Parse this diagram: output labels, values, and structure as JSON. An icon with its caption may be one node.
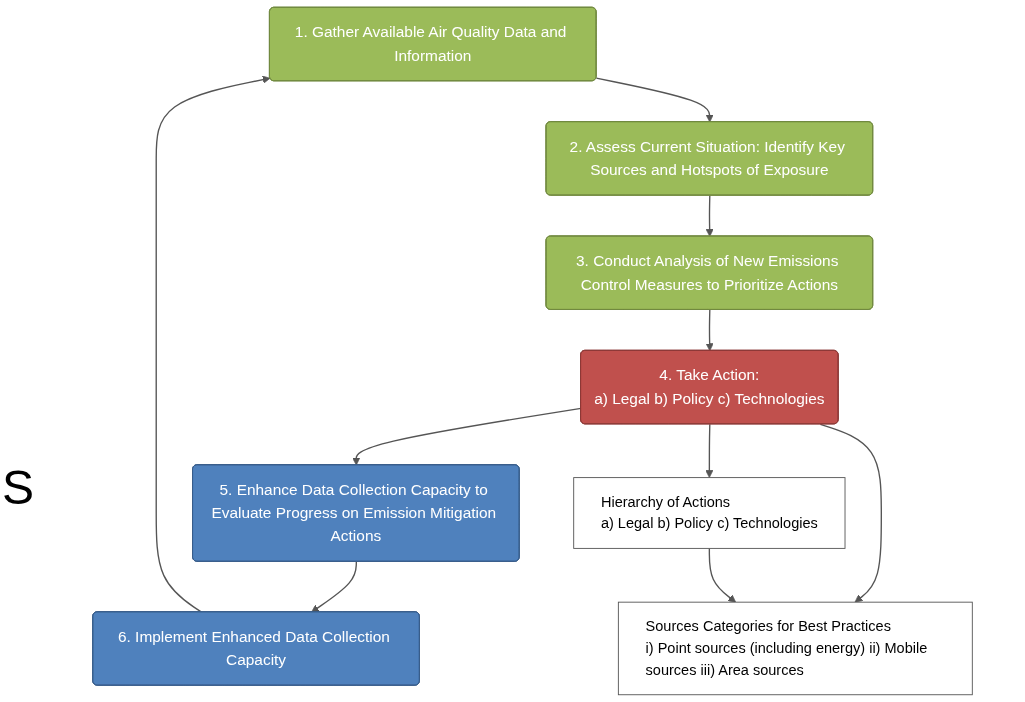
{
  "diagram": {
    "nodes": [
      {
        "text": [
          "1. Gather Available Air Quality Data and Information"
        ]
      },
      {
        "text": [
          "2. Assess Current Situation: Identify Key Sources and Hotspots of Exposure"
        ]
      },
      {
        "text": [
          "3. Conduct Analysis of New Emissions Control Measures to Prioritize Actions"
        ]
      },
      {
        "text": [
          "4. Take Action:",
          "a) Legal b) Policy c) Technologies"
        ]
      },
      {
        "text": [
          "5. Enhance Data Collection Capacity to Evaluate Progress on Emission Mitigation Actions"
        ]
      },
      {
        "text": [
          "6. Implement Enhanced Data Collection Capacity"
        ]
      },
      {
        "text": [
          "Hierarchy of Actions",
          "a) Legal b) Policy c) Technologies"
        ]
      },
      {
        "text": [
          "Sources Categories for Best Practices",
          "i) Point sources (including energy) ii) Mobile sources iii) Area sources"
        ]
      }
    ],
    "edges": [
      {
        "from": 0,
        "to": 1,
        "arrow": "to"
      },
      {
        "from": 1,
        "to": 2,
        "arrow": "to"
      },
      {
        "from": 2,
        "to": 3,
        "arrow": "to"
      },
      {
        "from": 3,
        "to": 4,
        "arrow": "to"
      },
      {
        "from": 4,
        "to": 5,
        "arrow": "to"
      },
      {
        "from": 5,
        "to": 0,
        "arrow": "to"
      },
      {
        "from": 3,
        "to": 6,
        "arrow": "to"
      },
      {
        "from": 3,
        "to": 7,
        "arrow": "to"
      },
      {
        "from": 6,
        "to": 7,
        "arrow": "to"
      }
    ],
    "labels": [
      "S"
    ]
  }
}
